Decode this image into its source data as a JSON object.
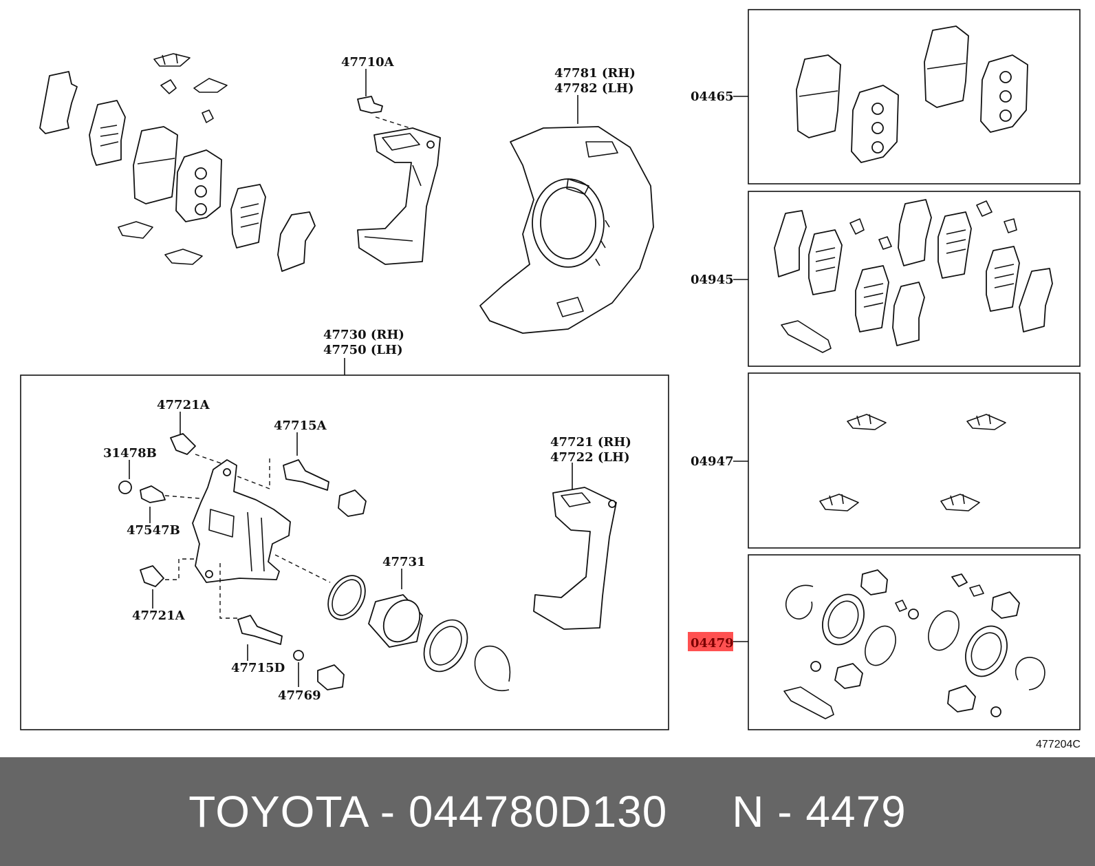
{
  "labels": {
    "top_bracket": "47710A",
    "dust_cover_rh": "47781 (RH)",
    "dust_cover_lh": "47782 (LH)",
    "caliper_rh": "47730 (RH)",
    "caliper_lh": "47750 (LH)",
    "bolt_a_top": "47721A",
    "bleeder_cap": "31478B",
    "slide_pin_a": "47715A",
    "bleeder_plug": "47547B",
    "bolt_a_bottom": "47721A",
    "slide_pin_d": "47715D",
    "bushing": "47769",
    "piston": "47731",
    "mounting_rh": "47721 (RH)",
    "mounting_lh": "47722 (LH)",
    "kit_pad": "04465",
    "kit_shim": "04945",
    "kit_clip": "04947",
    "kit_seal": "04479",
    "figure_code": "477204C"
  },
  "highlight_color": "#ff3333",
  "footer": {
    "brand": "TOYOTA",
    "separator": " - ",
    "part_number": "044780D130",
    "gap": "     ",
    "ref_prefix": "N",
    "ref_number": "4479"
  }
}
